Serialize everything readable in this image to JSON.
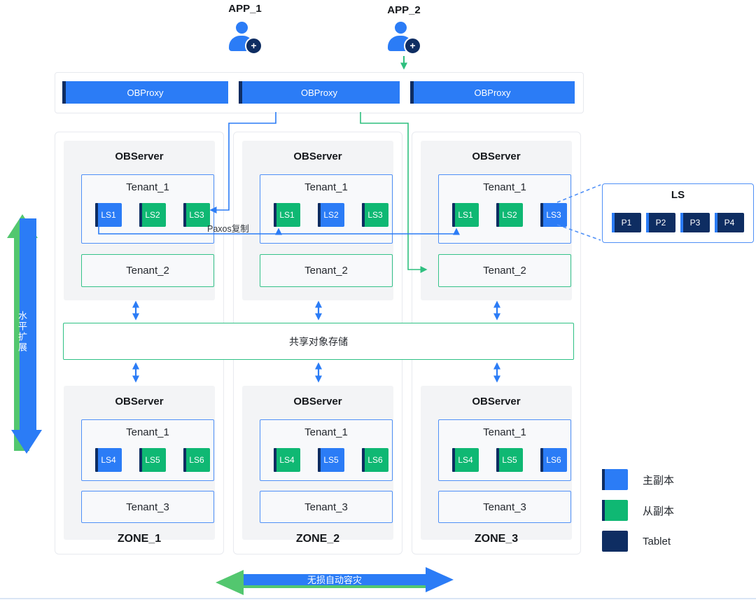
{
  "header": {
    "apps": [
      {
        "label": "APP_1"
      },
      {
        "label": "APP_2"
      }
    ]
  },
  "obproxy_row": {
    "items": [
      {
        "label": "OBProxy"
      },
      {
        "label": "OBProxy"
      },
      {
        "label": "OBProxy"
      }
    ]
  },
  "paxos": {
    "label": "Paxos复制"
  },
  "storage": {
    "label": "共享对象存储"
  },
  "zones": [
    {
      "name": "ZONE_1",
      "upper": {
        "title": "OBServer",
        "tenant1": {
          "label": "Tenant_1",
          "ls": [
            {
              "label": "LS1",
              "type": "primary"
            },
            {
              "label": "LS2",
              "type": "secondary"
            },
            {
              "label": "LS3",
              "type": "secondary"
            }
          ]
        },
        "tenant2": {
          "label": "Tenant_2"
        }
      },
      "lower": {
        "title": "OBServer",
        "tenant1": {
          "label": "Tenant_1",
          "ls": [
            {
              "label": "LS4",
              "type": "primary"
            },
            {
              "label": "LS5",
              "type": "secondary"
            },
            {
              "label": "LS6",
              "type": "secondary"
            }
          ]
        },
        "tenant3": {
          "label": "Tenant_3"
        }
      }
    },
    {
      "name": "ZONE_2",
      "upper": {
        "title": "OBServer",
        "tenant1": {
          "label": "Tenant_1",
          "ls": [
            {
              "label": "LS1",
              "type": "secondary"
            },
            {
              "label": "LS2",
              "type": "primary"
            },
            {
              "label": "LS3",
              "type": "secondary"
            }
          ]
        },
        "tenant2": {
          "label": "Tenant_2"
        }
      },
      "lower": {
        "title": "OBServer",
        "tenant1": {
          "label": "Tenant_1",
          "ls": [
            {
              "label": "LS4",
              "type": "secondary"
            },
            {
              "label": "LS5",
              "type": "primary"
            },
            {
              "label": "LS6",
              "type": "secondary"
            }
          ]
        },
        "tenant3": {
          "label": "Tenant_3"
        }
      }
    },
    {
      "name": "ZONE_3",
      "upper": {
        "title": "OBServer",
        "tenant1": {
          "label": "Tenant_1",
          "ls": [
            {
              "label": "LS1",
              "type": "secondary"
            },
            {
              "label": "LS2",
              "type": "secondary"
            },
            {
              "label": "LS3",
              "type": "primary"
            }
          ]
        },
        "tenant2": {
          "label": "Tenant_2"
        }
      },
      "lower": {
        "title": "OBServer",
        "tenant1": {
          "label": "Tenant_1",
          "ls": [
            {
              "label": "LS4",
              "type": "secondary"
            },
            {
              "label": "LS5",
              "type": "secondary"
            },
            {
              "label": "LS6",
              "type": "primary"
            }
          ]
        },
        "tenant3": {
          "label": "Tenant_3"
        }
      }
    }
  ],
  "ls_detail": {
    "title": "LS",
    "tablets": [
      {
        "label": "P1"
      },
      {
        "label": "P2"
      },
      {
        "label": "P3"
      },
      {
        "label": "P4"
      }
    ]
  },
  "legend": {
    "items": [
      {
        "label": "主副本",
        "type": "primary"
      },
      {
        "label": "从副本",
        "type": "secondary"
      },
      {
        "label": "Tablet",
        "type": "tablet"
      }
    ]
  },
  "side_arrow": {
    "label": "水平扩展"
  },
  "bottom_arrow": {
    "label": "无损自动容灾"
  },
  "colors": {
    "primary_replica": "#2b7cf6",
    "secondary_replica": "#0fb873",
    "tablet": "#0e2d62",
    "connector_green": "#2fbf7f"
  }
}
